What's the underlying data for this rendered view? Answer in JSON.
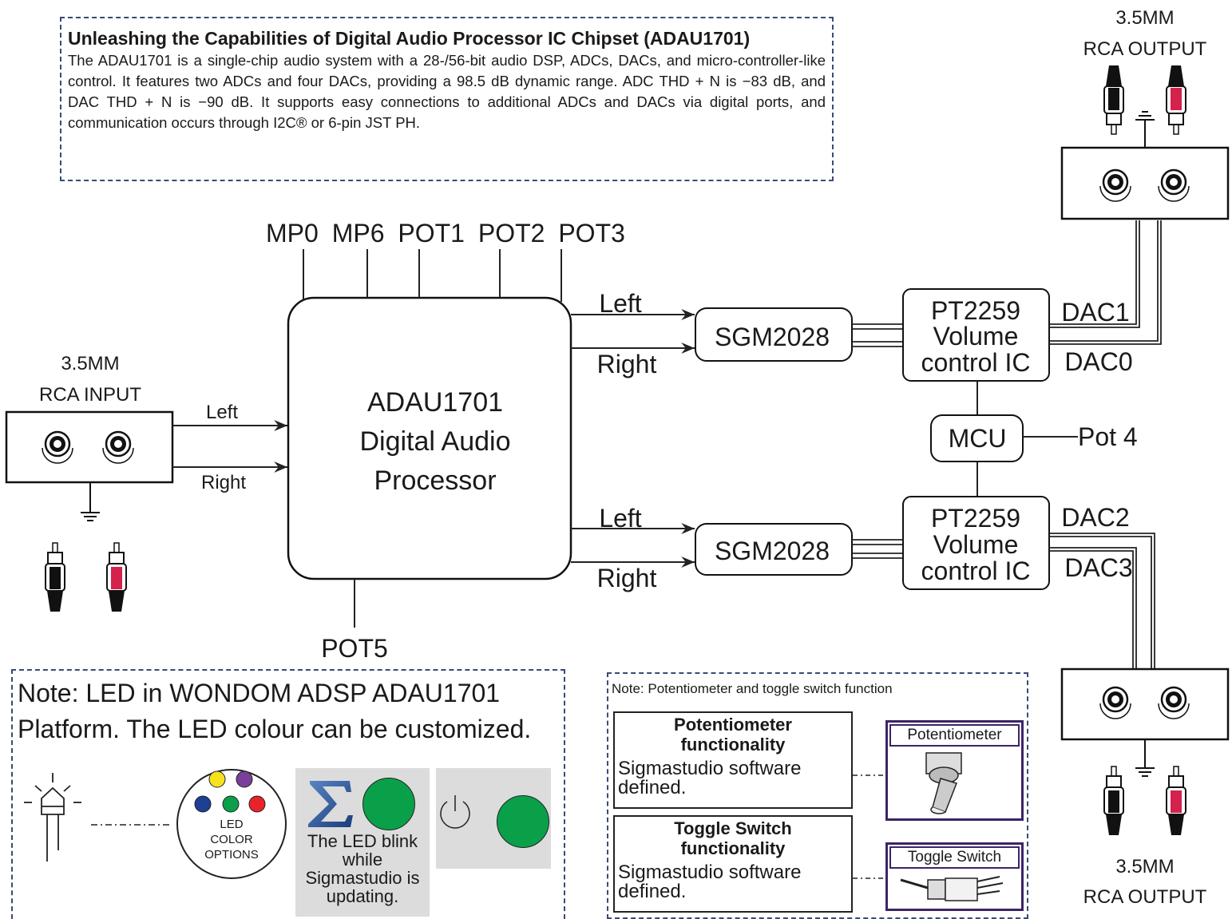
{
  "intro": {
    "title": "Unleashing the Capabilities of Digital Audio Processor IC Chipset (ADAU1701)",
    "body": "The ADAU1701 is a single-chip audio system with a 28-/56-bit audio DSP, ADCs, DACs, and micro-controller-like control. It features two ADCs and four DACs, providing a 98.5 dB dynamic range. ADC THD + N is −83 dB, and DAC THD + N is −90 dB. It supports easy connections to additional ADCs and DACs via digital ports, and communication occurs through I2C® or 6-pin JST PH."
  },
  "input": {
    "title_line1": "3.5MM",
    "title_line2": "RCA INPUT",
    "left": "Left",
    "right": "Right"
  },
  "processor": {
    "line1": "ADAU1701",
    "line2": "Digital Audio",
    "line3": "Processor"
  },
  "pins": {
    "mp0": "MP0",
    "mp6": "MP6",
    "pot1": "POT1",
    "pot2": "POT2",
    "pot3": "POT3",
    "pot5": "POT5"
  },
  "upper_path": {
    "left": "Left",
    "right": "Right",
    "amp": "SGM2028",
    "vol_line1": "PT2259",
    "vol_line2": "Volume",
    "vol_line3": "control IC",
    "dac_a": "DAC1",
    "dac_b": "DAC0"
  },
  "lower_path": {
    "left": "Left",
    "right": "Right",
    "amp": "SGM2028",
    "vol_line1": "PT2259",
    "vol_line2": "Volume",
    "vol_line3": "control IC",
    "dac_a": "DAC2",
    "dac_b": "DAC3"
  },
  "mcu": {
    "label": "MCU",
    "pot": "Pot 4"
  },
  "output_top": {
    "line1": "3.5MM",
    "line2": "RCA OUTPUT"
  },
  "output_bottom": {
    "line1": "3.5MM",
    "line2": "RCA OUTPUT"
  },
  "led_note": {
    "text": "Note: LED in WONDOM ADSP ADAU1701 Platform. The LED colour can be customized.",
    "options_line1": "LED",
    "options_line2": "COLOR",
    "options_line3": "OPTIONS",
    "blink_text": "The LED blink while Sigmastudio is updating.",
    "option_colors": [
      "#f6e11c",
      "#7a3f98",
      "#1d3f95",
      "#0aa04a",
      "#e8232a"
    ],
    "led_color": "#0aa04a"
  },
  "pot_note": {
    "title": "Note: Potentiometer and toggle switch function",
    "pot_title": "Potentiometer functionality",
    "pot_text": "Sigmastudio software defined.",
    "pot_label": "Potentiometer",
    "toggle_title": "Toggle Switch functionality",
    "toggle_text": "Sigmastudio software defined.",
    "toggle_label": "Toggle Switch"
  },
  "colors": {
    "note_border": "#3a4a78",
    "plug_red": "#d4224c",
    "frame_purple": "#3b2466"
  }
}
